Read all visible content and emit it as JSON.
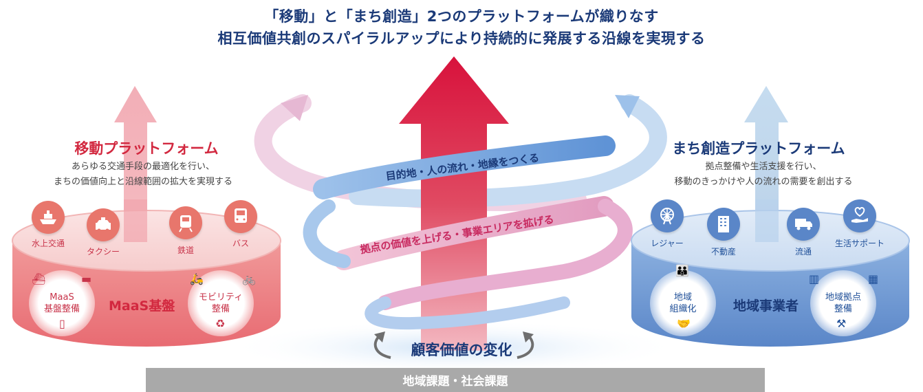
{
  "title": {
    "line1": "「移動」と「まち創造」2つのプラットフォームが織りなす",
    "line2": "相互価値共創のスパイラルアップにより持続的に発展する沿線を実現する"
  },
  "spiral_labels": {
    "upper": "目的地・人の流れ・地縁をつくる",
    "lower": "拠点の価値を上げる・事業エリアを拡げる"
  },
  "left": {
    "title": "移動プラットフォーム",
    "desc1": "あらゆる交通手段の最適化を行い、",
    "desc2": "まちの価値向上と沿線範囲の拡大を実現する",
    "icons": [
      {
        "label": "水上交通",
        "icon": "ship-icon"
      },
      {
        "label": "タクシー",
        "icon": "taxi-icon"
      },
      {
        "label": "鉄道",
        "icon": "train-icon"
      },
      {
        "label": "バス",
        "icon": "bus-icon"
      }
    ],
    "sub1": {
      "line1": "MaaS",
      "line2": "基盤整備"
    },
    "center": "MaaS基盤",
    "sub2": {
      "line1": "モビリティ",
      "line2": "整備"
    },
    "accent": "#d2283f"
  },
  "right": {
    "title": "まち創造プラットフォーム",
    "desc1": "拠点整備や生活支援を行い、",
    "desc2": "移動のきっかけや人の流れの需要を創出する",
    "icons": [
      {
        "label": "レジャー",
        "icon": "ferris-wheel-icon"
      },
      {
        "label": "不動産",
        "icon": "building-icon"
      },
      {
        "label": "流通",
        "icon": "truck-icon"
      },
      {
        "label": "生活サポート",
        "icon": "heart-hand-icon"
      }
    ],
    "sub1": {
      "line1": "地域",
      "line2": "組織化"
    },
    "center": "地域事業者",
    "sub2": {
      "line1": "地域拠点",
      "line2": "整備"
    },
    "accent": "#1f4f98"
  },
  "center_value": "顧客価値の変化",
  "bottom": "地域課題・社会課題"
}
